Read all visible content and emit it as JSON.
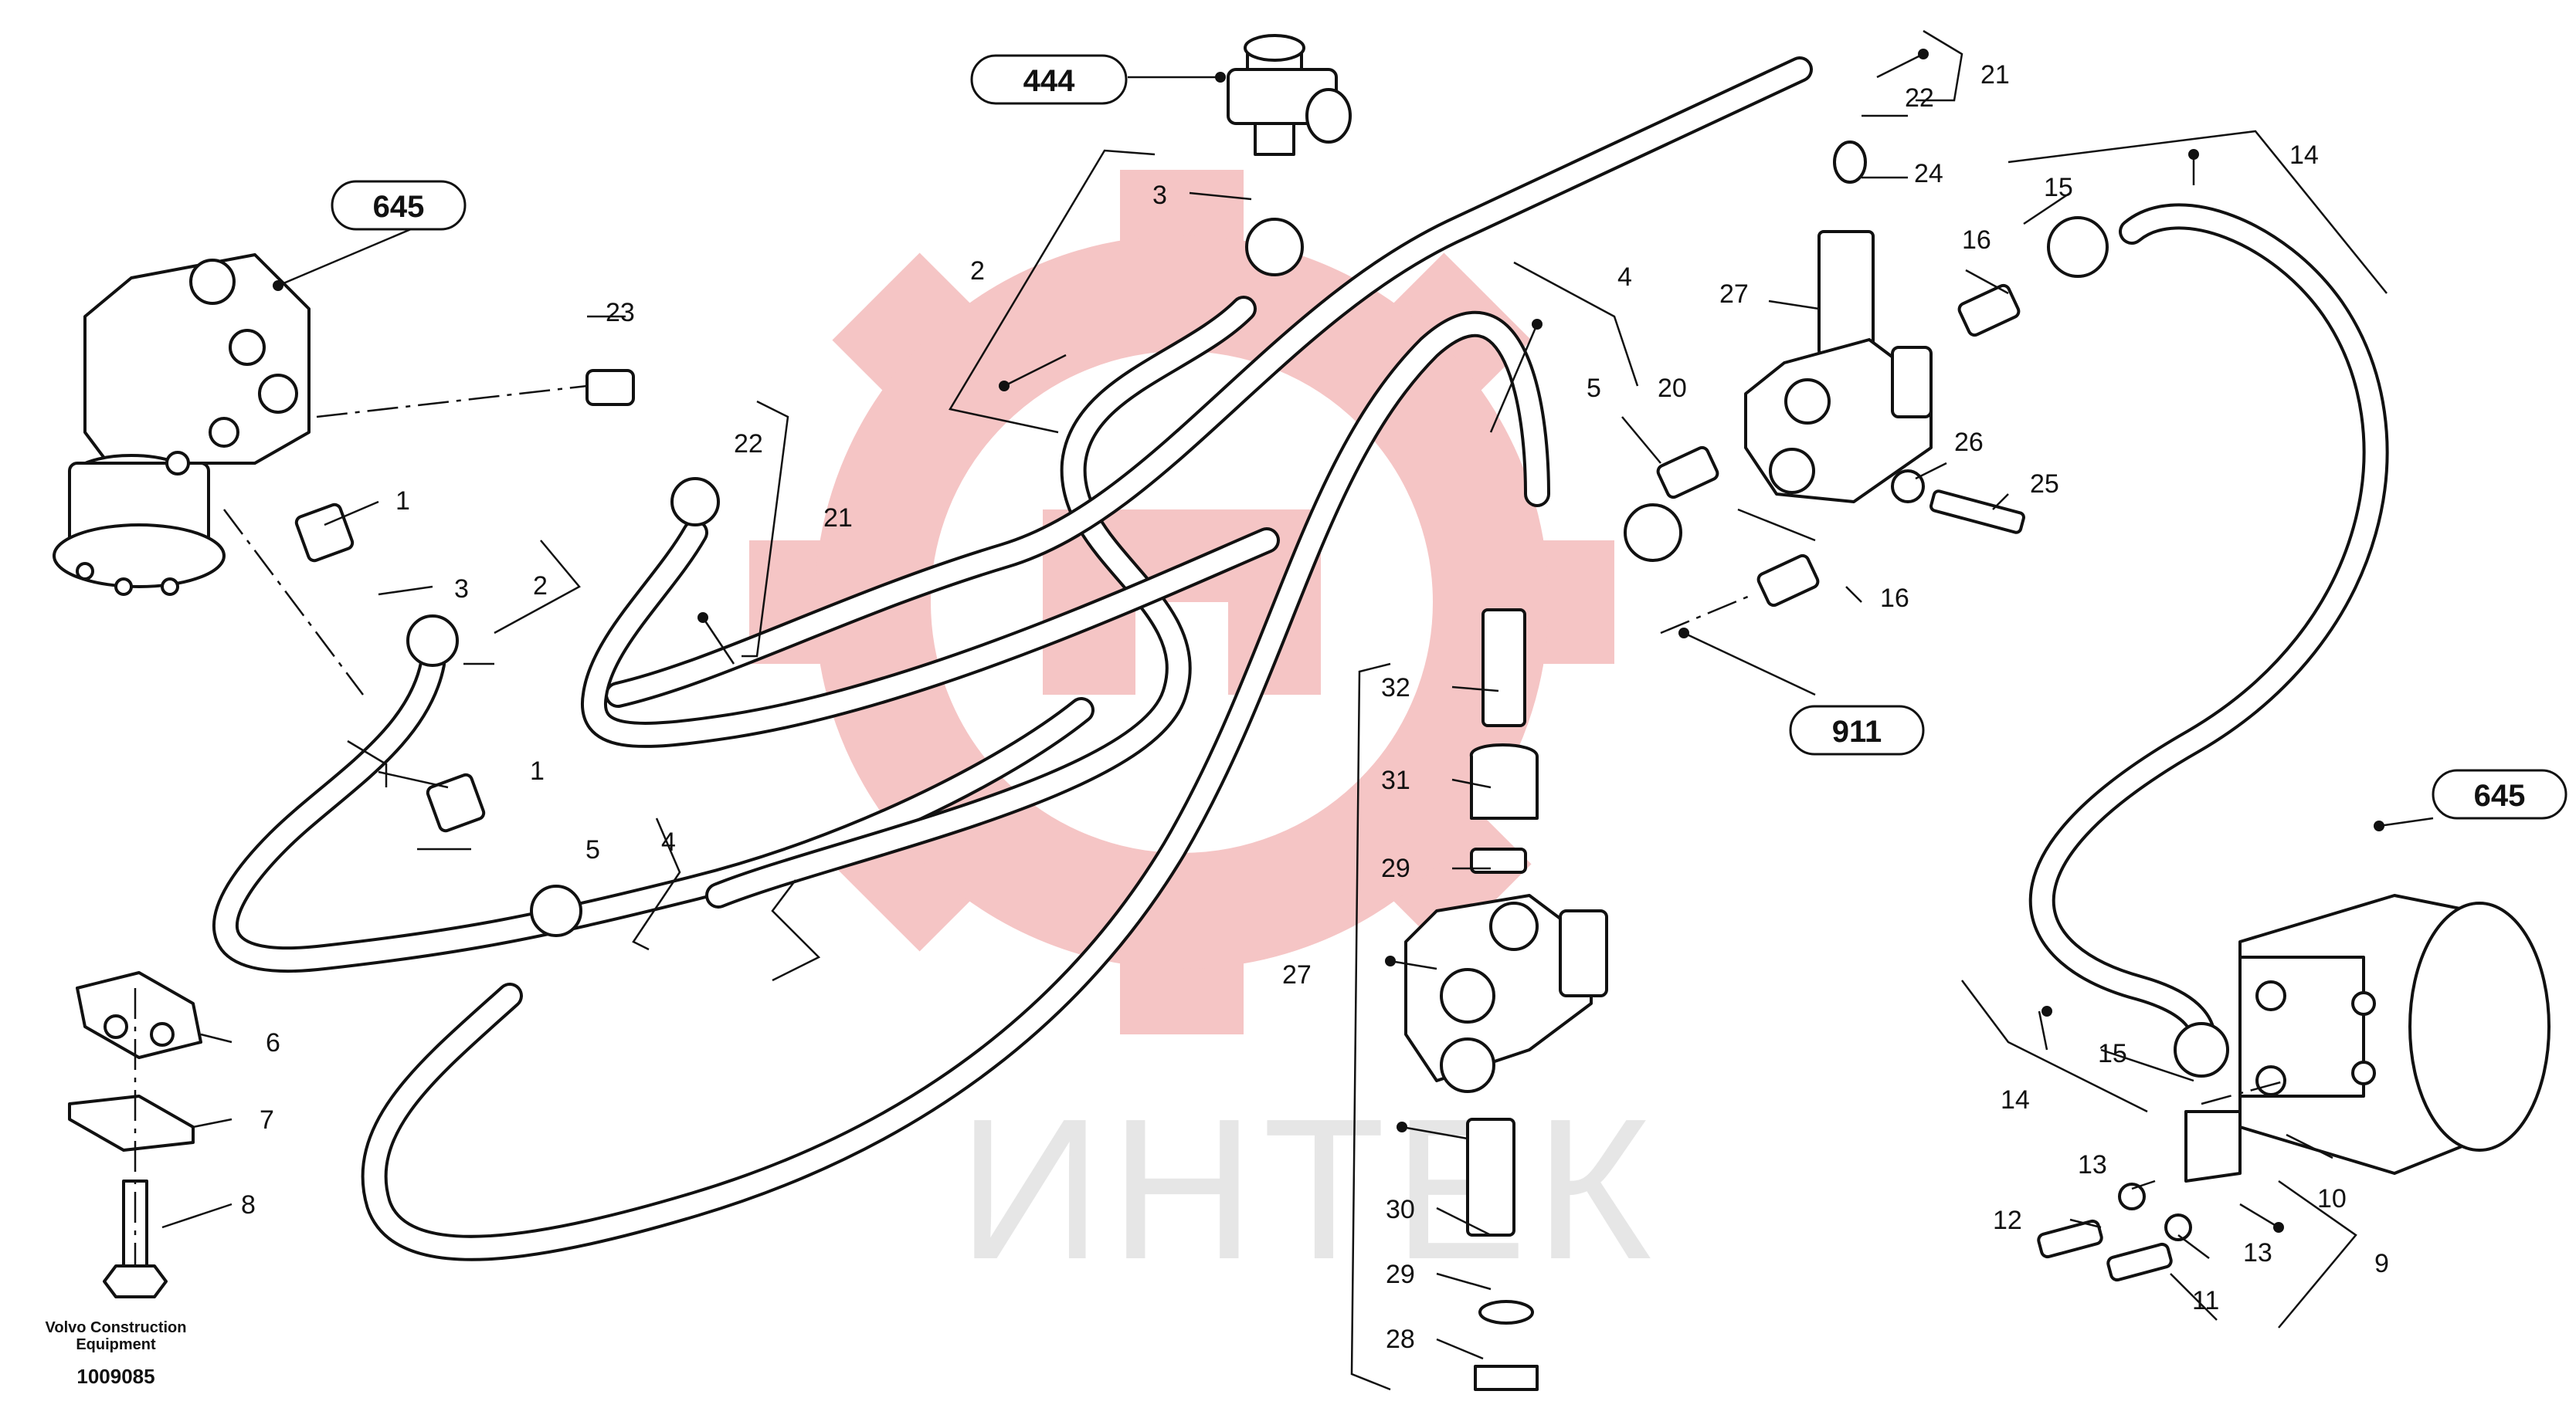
{
  "watermark": {
    "text": "ИНТЕК",
    "gear_color": "#f5c5c5",
    "text_color": "#e6e6e6"
  },
  "references": {
    "r444": "444",
    "r645_left": "645",
    "r911": "911",
    "r645_right": "645"
  },
  "callouts": {
    "n1a": "1",
    "n1b": "1",
    "n2a": "2",
    "n2b": "2",
    "n3a": "3",
    "n3b": "3",
    "n4a": "4",
    "n4b": "4",
    "n5a": "5",
    "n5b": "5",
    "n6": "6",
    "n7": "7",
    "n8": "8",
    "n9": "9",
    "n10": "10",
    "n11": "11",
    "n12": "12",
    "n13a": "13",
    "n13b": "13",
    "n14a": "14",
    "n14b": "14",
    "n15a": "15",
    "n15b": "15",
    "n16a": "16",
    "n16b": "16",
    "n20": "20",
    "n21a": "21",
    "n21b": "21",
    "n22a": "22",
    "n22b": "22",
    "n23": "23",
    "n24": "24",
    "n25": "25",
    "n26": "26",
    "n27a": "27",
    "n27b": "27",
    "n28": "28",
    "n29a": "29",
    "n29b": "29",
    "n30": "30",
    "n31": "31",
    "n32": "32"
  },
  "footer": {
    "maker_line1": "Volvo Construction",
    "maker_line2": "Equipment",
    "doc_number": "1009085"
  }
}
